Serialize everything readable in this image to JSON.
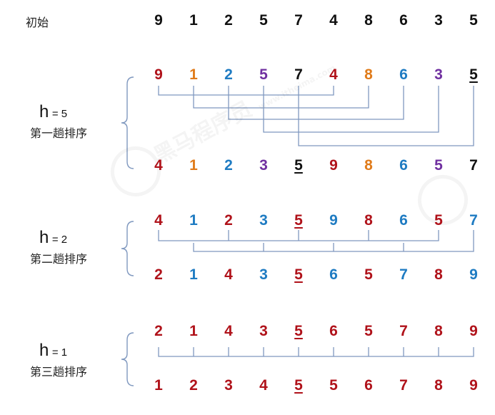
{
  "colors": {
    "red": "#b0121a",
    "orange": "#e07b1a",
    "blue": "#1e7bc2",
    "purple": "#7030a0",
    "black": "#111111",
    "line": "#7f98bf"
  },
  "watermark": {
    "text": "黑马程序员",
    "url": "www.itheima.com"
  },
  "initial": {
    "label": "初始",
    "numbers": [
      9,
      1,
      2,
      5,
      7,
      4,
      8,
      6,
      3,
      5
    ]
  },
  "passes": [
    {
      "h_symbol": "h",
      "h_eq": "= 5",
      "title": "第一趟排序",
      "before": [
        {
          "v": "9",
          "c": "red"
        },
        {
          "v": "1",
          "c": "orange"
        },
        {
          "v": "2",
          "c": "blue"
        },
        {
          "v": "5",
          "c": "purple"
        },
        {
          "v": "7",
          "c": "black"
        },
        {
          "v": "4",
          "c": "red"
        },
        {
          "v": "8",
          "c": "orange"
        },
        {
          "v": "6",
          "c": "blue"
        },
        {
          "v": "3",
          "c": "purple"
        },
        {
          "v": "5",
          "c": "black",
          "u": true
        }
      ],
      "after": [
        {
          "v": "4",
          "c": "red"
        },
        {
          "v": "1",
          "c": "orange"
        },
        {
          "v": "2",
          "c": "blue"
        },
        {
          "v": "3",
          "c": "purple"
        },
        {
          "v": "5",
          "c": "black",
          "u": true
        },
        {
          "v": "9",
          "c": "red"
        },
        {
          "v": "8",
          "c": "orange"
        },
        {
          "v": "6",
          "c": "blue"
        },
        {
          "v": "5",
          "c": "purple"
        },
        {
          "v": "7",
          "c": "black"
        }
      ]
    },
    {
      "h_symbol": "h",
      "h_eq": "= 2",
      "title": "第二趟排序",
      "before": [
        {
          "v": "4",
          "c": "red"
        },
        {
          "v": "1",
          "c": "blue"
        },
        {
          "v": "2",
          "c": "red"
        },
        {
          "v": "3",
          "c": "blue"
        },
        {
          "v": "5",
          "c": "red",
          "u": true
        },
        {
          "v": "9",
          "c": "blue"
        },
        {
          "v": "8",
          "c": "red"
        },
        {
          "v": "6",
          "c": "blue"
        },
        {
          "v": "5",
          "c": "red"
        },
        {
          "v": "7",
          "c": "blue"
        }
      ],
      "after": [
        {
          "v": "2",
          "c": "red"
        },
        {
          "v": "1",
          "c": "blue"
        },
        {
          "v": "4",
          "c": "red"
        },
        {
          "v": "3",
          "c": "blue"
        },
        {
          "v": "5",
          "c": "red",
          "u": true
        },
        {
          "v": "6",
          "c": "blue"
        },
        {
          "v": "5",
          "c": "red"
        },
        {
          "v": "7",
          "c": "blue"
        },
        {
          "v": "8",
          "c": "red"
        },
        {
          "v": "9",
          "c": "blue"
        }
      ]
    },
    {
      "h_symbol": "h",
      "h_eq": "= 1",
      "title": "第三趟排序",
      "before": [
        {
          "v": "2",
          "c": "red"
        },
        {
          "v": "1",
          "c": "red"
        },
        {
          "v": "4",
          "c": "red"
        },
        {
          "v": "3",
          "c": "red"
        },
        {
          "v": "5",
          "c": "red",
          "u": true
        },
        {
          "v": "6",
          "c": "red"
        },
        {
          "v": "5",
          "c": "red"
        },
        {
          "v": "7",
          "c": "red"
        },
        {
          "v": "8",
          "c": "red"
        },
        {
          "v": "9",
          "c": "red"
        }
      ],
      "after": [
        {
          "v": "1",
          "c": "red"
        },
        {
          "v": "2",
          "c": "red"
        },
        {
          "v": "3",
          "c": "red"
        },
        {
          "v": "4",
          "c": "red"
        },
        {
          "v": "5",
          "c": "red",
          "u": true
        },
        {
          "v": "5",
          "c": "red"
        },
        {
          "v": "6",
          "c": "red"
        },
        {
          "v": "7",
          "c": "red"
        },
        {
          "v": "8",
          "c": "red"
        },
        {
          "v": "9",
          "c": "red"
        }
      ]
    }
  ]
}
